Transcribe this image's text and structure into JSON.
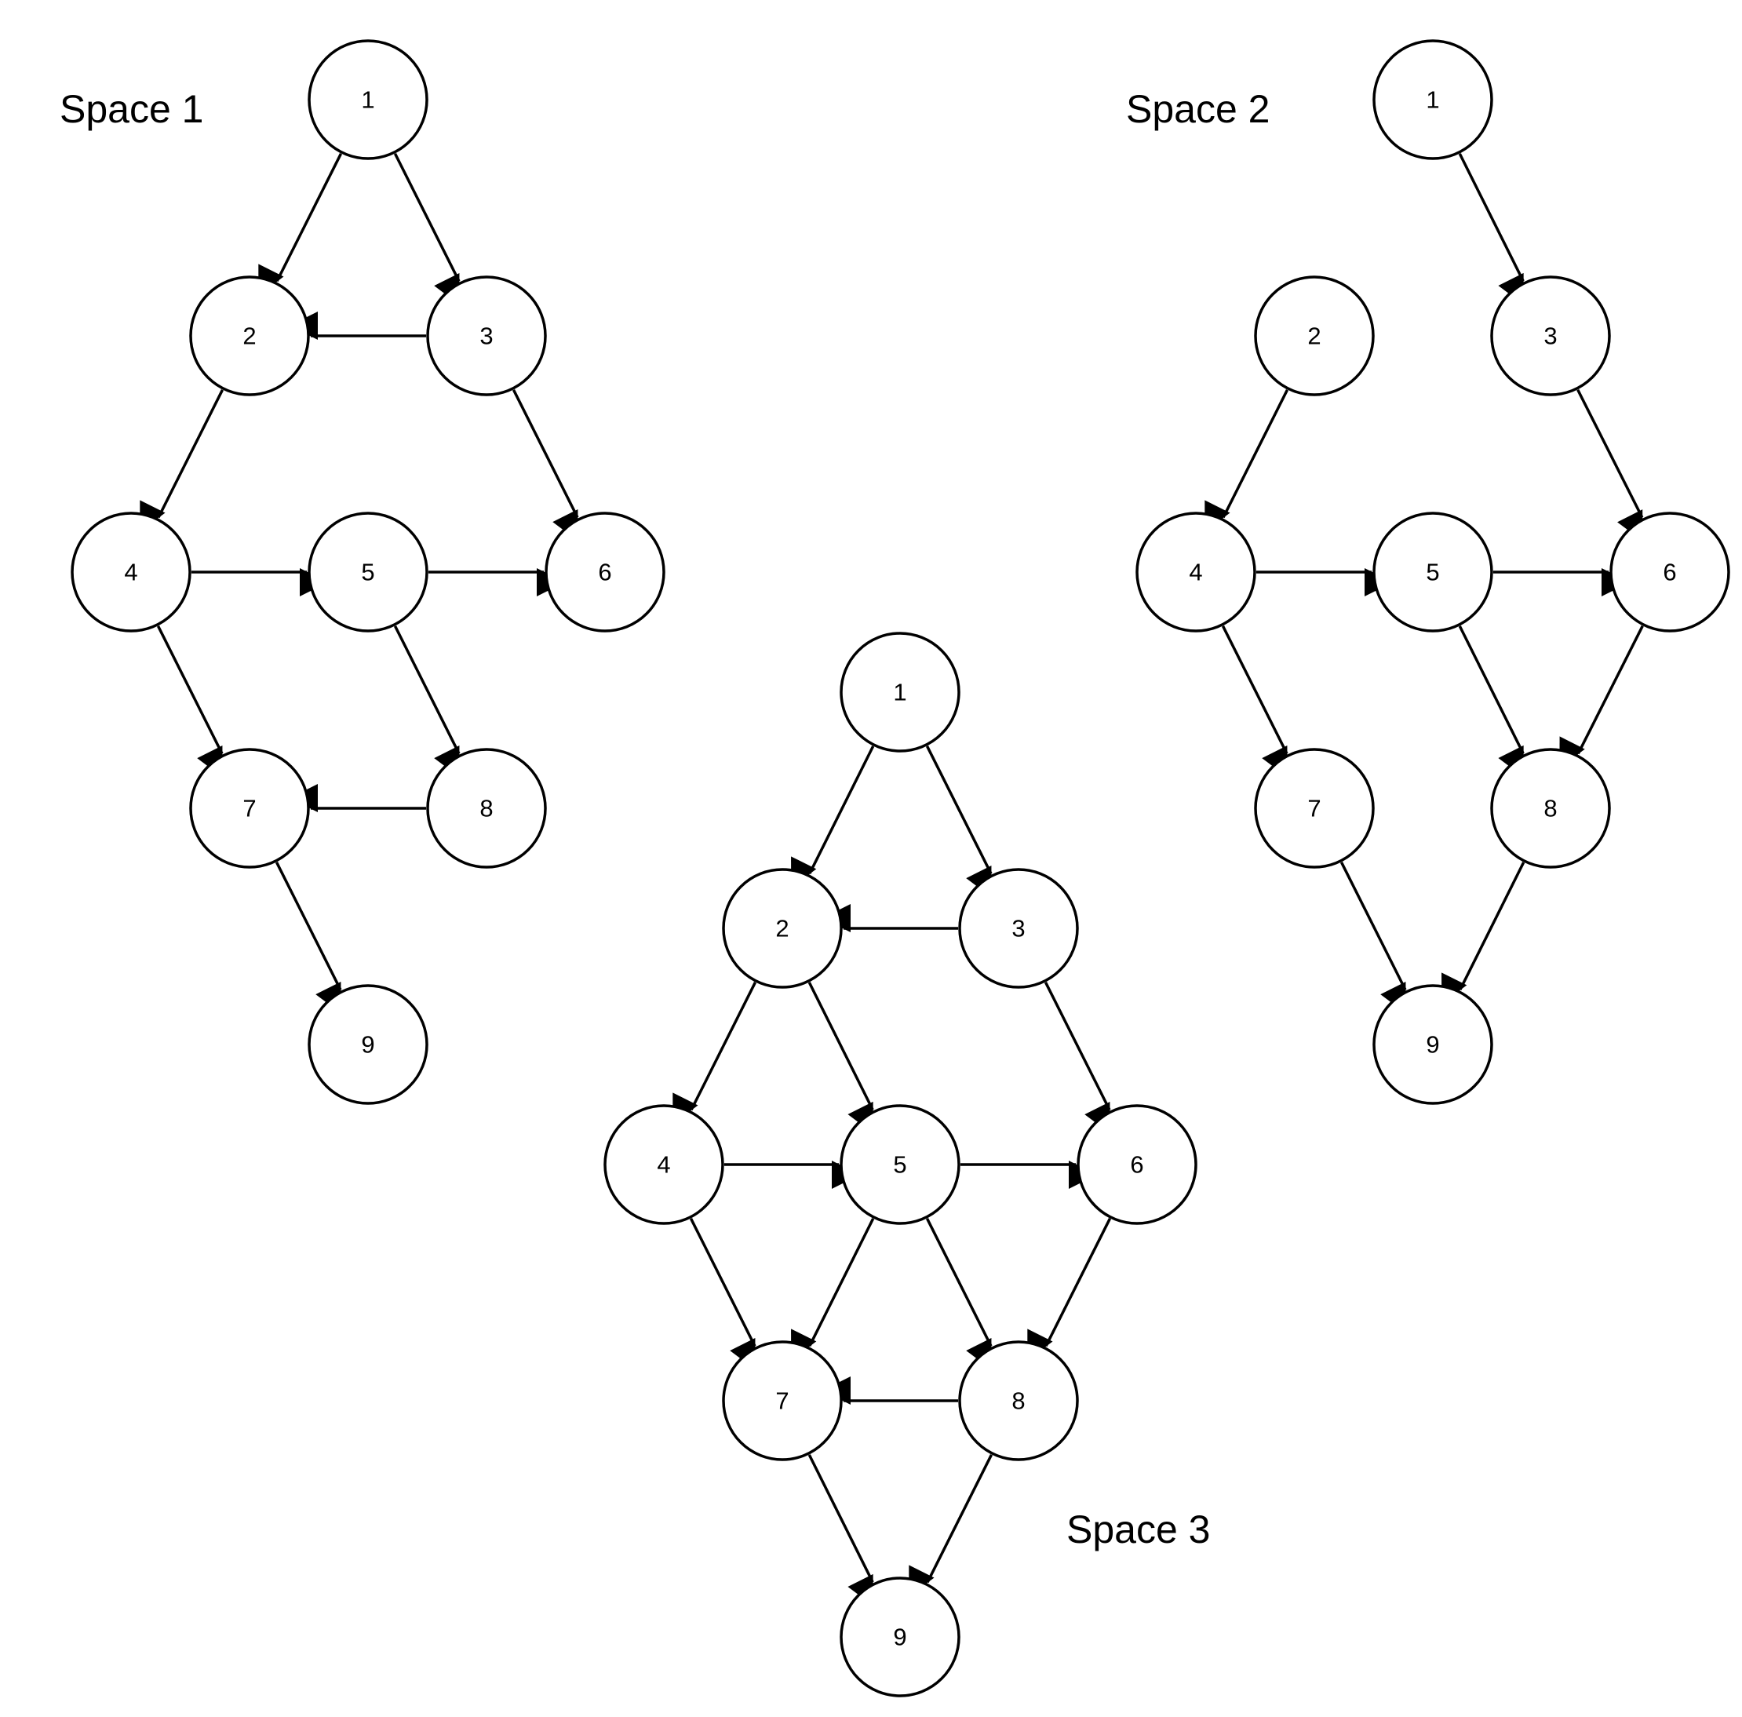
{
  "colors": {
    "stroke": "#000000",
    "background": "#ffffff"
  },
  "spaces": [
    {
      "title": "Space 1",
      "nodes": [
        "1",
        "2",
        "3",
        "4",
        "5",
        "6",
        "7",
        "8",
        "9"
      ],
      "edges": [
        [
          "1",
          "2"
        ],
        [
          "1",
          "3"
        ],
        [
          "3",
          "2"
        ],
        [
          "2",
          "4"
        ],
        [
          "3",
          "6"
        ],
        [
          "4",
          "5"
        ],
        [
          "5",
          "6"
        ],
        [
          "4",
          "7"
        ],
        [
          "5",
          "8"
        ],
        [
          "8",
          "7"
        ],
        [
          "7",
          "9"
        ]
      ]
    },
    {
      "title": "Space 2",
      "nodes": [
        "1",
        "2",
        "3",
        "4",
        "5",
        "6",
        "7",
        "8",
        "9"
      ],
      "edges": [
        [
          "1",
          "3"
        ],
        [
          "2",
          "4"
        ],
        [
          "3",
          "6"
        ],
        [
          "4",
          "5"
        ],
        [
          "5",
          "6"
        ],
        [
          "4",
          "7"
        ],
        [
          "5",
          "8"
        ],
        [
          "6",
          "8"
        ],
        [
          "7",
          "9"
        ],
        [
          "8",
          "9"
        ]
      ]
    },
    {
      "title": "Space 3",
      "nodes": [
        "1",
        "2",
        "3",
        "4",
        "5",
        "6",
        "7",
        "8",
        "9"
      ],
      "edges": [
        [
          "1",
          "2"
        ],
        [
          "1",
          "3"
        ],
        [
          "3",
          "2"
        ],
        [
          "2",
          "4"
        ],
        [
          "2",
          "5"
        ],
        [
          "3",
          "6"
        ],
        [
          "4",
          "5"
        ],
        [
          "5",
          "6"
        ],
        [
          "4",
          "7"
        ],
        [
          "5",
          "7"
        ],
        [
          "5",
          "8"
        ],
        [
          "6",
          "8"
        ],
        [
          "8",
          "7"
        ],
        [
          "7",
          "9"
        ],
        [
          "8",
          "9"
        ]
      ]
    }
  ]
}
